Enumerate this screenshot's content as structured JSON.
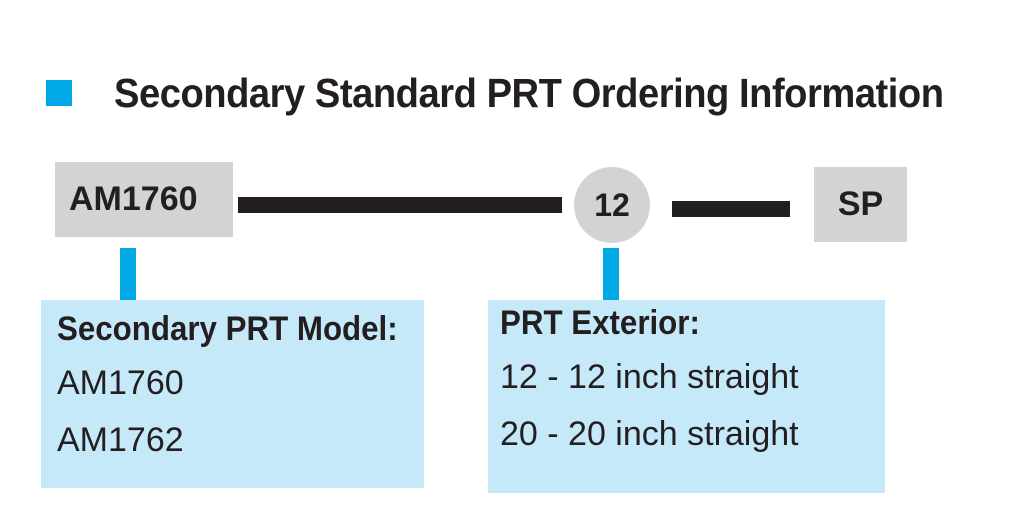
{
  "header": {
    "title": "Secondary Standard PRT Ordering Information"
  },
  "code": {
    "model": "AM1760",
    "exterior": "12",
    "suffix": "SP"
  },
  "model_panel": {
    "heading": "Secondary PRT Model:",
    "items": [
      "AM1760",
      "AM1762"
    ]
  },
  "exterior_panel": {
    "heading": "PRT Exterior:",
    "items": [
      "12 - 12 inch straight",
      "20 - 20 inch straight"
    ]
  },
  "colors": {
    "accent": "#00a9e6",
    "panel": "#c6e9f9",
    "box": "#d2d3d5",
    "text": "#231f20"
  }
}
